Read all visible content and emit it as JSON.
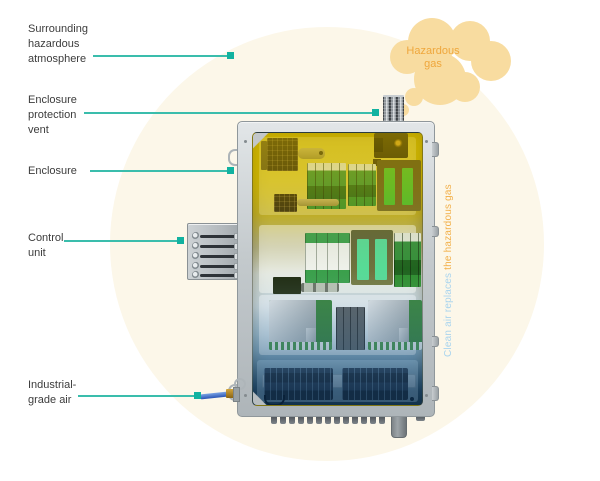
{
  "callouts": {
    "surrounding_atmosphere": {
      "lines": [
        "Surrounding",
        "hazardous",
        "atmosphere"
      ]
    },
    "protection_vent": {
      "lines": [
        "Enclosure",
        "protection",
        "vent"
      ]
    },
    "enclosure": {
      "lines": [
        "Enclosure"
      ]
    },
    "control_unit": {
      "lines": [
        "Control",
        "unit"
      ]
    },
    "industrial_air": {
      "lines": [
        "Industrial-",
        "grade air"
      ]
    }
  },
  "cloud": {
    "lines": [
      "Hazardous",
      "gas"
    ]
  },
  "flow_label": {
    "blue_part": "Clean air replaces ",
    "orange_part": "the hazardous gas"
  },
  "colors": {
    "accent_teal": "#2FB9A8",
    "label_text": "#3C3C3C",
    "background_circle": "#FCF7E9",
    "cloud_fill": "#F8DCA0",
    "cloud_text": "#EFA73C",
    "flow_blue": "#A9D4EE",
    "flow_orange": "#F2B04A",
    "gas_tint_top": "#CDB705",
    "clean_air_tint_bottom": "#1A3C55"
  }
}
